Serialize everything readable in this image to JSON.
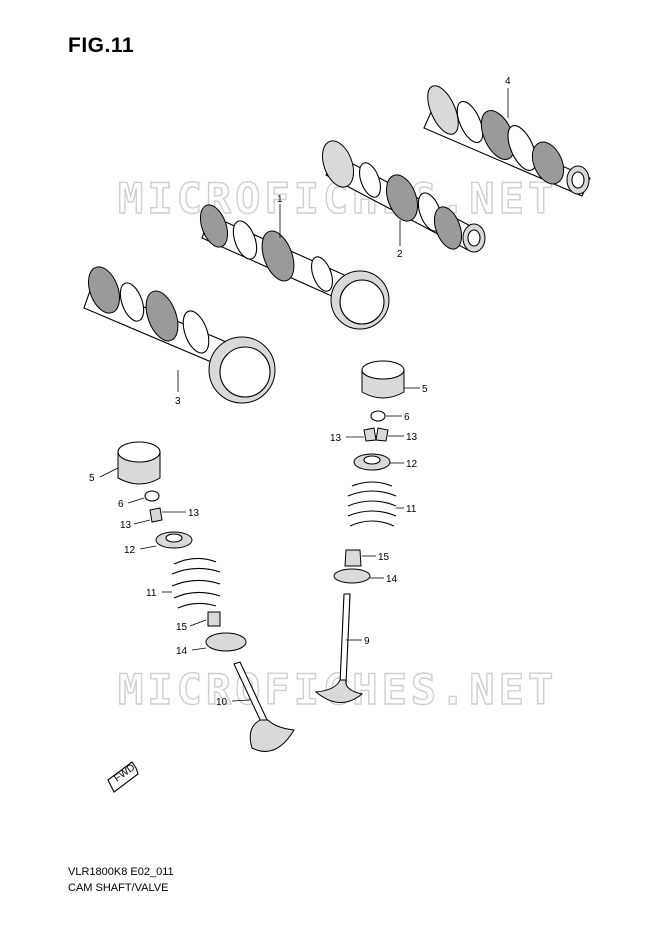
{
  "figure": {
    "title": "FIG.11"
  },
  "watermark": {
    "text": "MICROFICHES.NET"
  },
  "fwd_marker": {
    "text": "FWD"
  },
  "footer": {
    "model_code": "VLR1800K8 E02_011",
    "section_name": "CAM SHAFT/VALVE"
  },
  "callouts": [
    "1",
    "2",
    "3",
    "4",
    "5",
    "6",
    "13",
    "13",
    "12",
    "11",
    "15",
    "14",
    "9",
    "5",
    "6",
    "13",
    "13",
    "12",
    "11",
    "15",
    "14",
    "10"
  ]
}
